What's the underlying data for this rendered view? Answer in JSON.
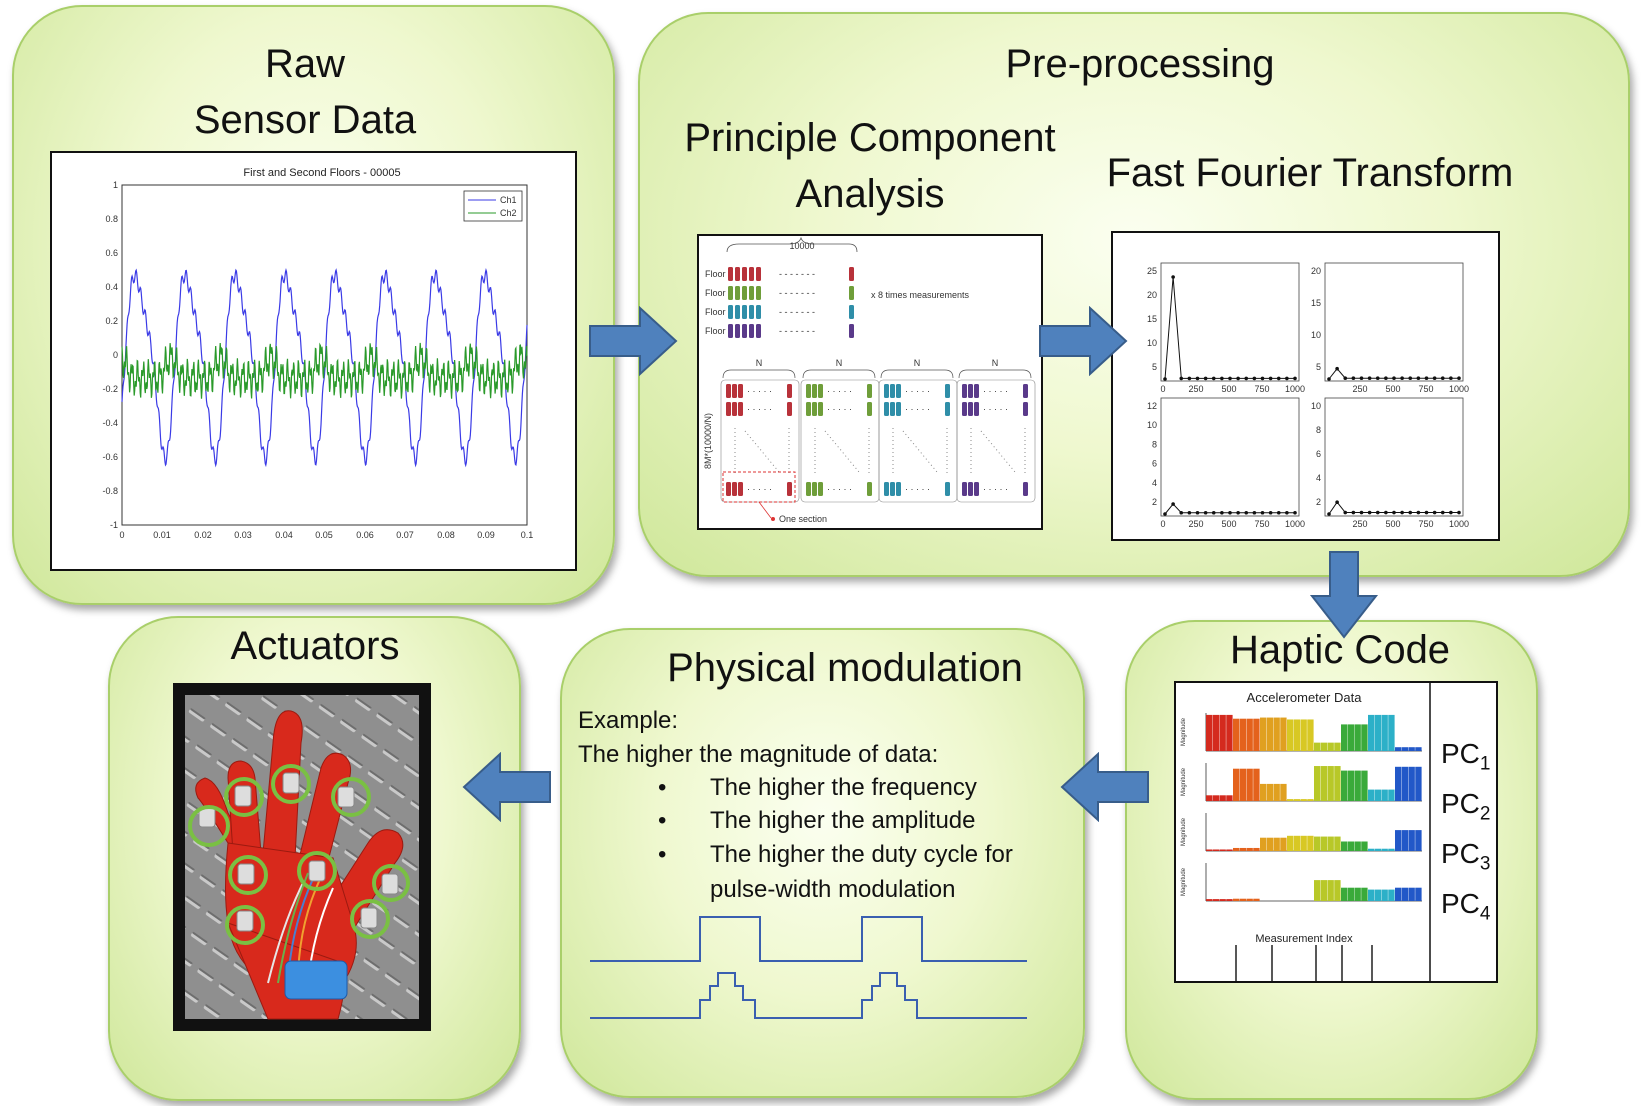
{
  "panels": {
    "raw": {
      "title": "Raw\nSensor Data"
    },
    "pre": {
      "title": "Pre-processing",
      "pca_title": "Principle Component\nAnalysis",
      "fft_title": "Fast Fourier Transform"
    },
    "haptic": {
      "title": "Haptic Code"
    },
    "physical": {
      "title": "Physical modulation"
    },
    "actuators": {
      "title": "Actuators"
    }
  },
  "raw_chart": {
    "title": "First and Second Floors - 00005",
    "legend": [
      "Ch1",
      "Ch2"
    ],
    "yticks": [
      "1",
      "0.8",
      "0.6",
      "0.4",
      "0.2",
      "0",
      "-0.2",
      "-0.4",
      "-0.6",
      "-0.8",
      "-1"
    ],
    "xticks": [
      "0",
      "0.01",
      "0.02",
      "0.03",
      "0.04",
      "0.05",
      "0.06",
      "0.07",
      "0.08",
      "0.09",
      "0.1"
    ],
    "colors": {
      "ch1": "#3a3ae6",
      "ch2": "#2a9a2a"
    }
  },
  "pca": {
    "top_label": "10000",
    "floors": [
      "Floor 1",
      "Floor 2",
      "Floor 3",
      "Floor 4"
    ],
    "side_label": "x 8 times measurements",
    "n_label": "N",
    "vertical_label": "8M*(10000/N)",
    "one_section": "One section",
    "colors": [
      "#b8323a",
      "#6f9e3a",
      "#2f8ea8",
      "#5a3a8a"
    ]
  },
  "fft": {
    "plots": [
      {
        "yticks": [
          "25",
          "20",
          "15",
          "10",
          "5"
        ],
        "xticks": [
          "0",
          "250",
          "500",
          "750",
          "1000"
        ]
      },
      {
        "yticks": [
          "20",
          "15",
          "10",
          "5"
        ],
        "xticks": [
          "250",
          "500",
          "750",
          "1000"
        ]
      },
      {
        "yticks": [
          "12",
          "10",
          "8",
          "6",
          "4",
          "2"
        ],
        "xticks": [
          "0",
          "250",
          "500",
          "750",
          "1000"
        ]
      },
      {
        "yticks": [
          "10",
          "8",
          "6",
          "4",
          "2"
        ],
        "xticks": [
          "250",
          "500",
          "750",
          "1000"
        ]
      }
    ]
  },
  "haptic": {
    "chart_title": "Accelerometer Data",
    "xlabel": "Measurement Index",
    "ylabel": "Magnitude",
    "pcs": [
      {
        "base": "PC",
        "sub": "1"
      },
      {
        "base": "PC",
        "sub": "2"
      },
      {
        "base": "PC",
        "sub": "3"
      },
      {
        "base": "PC",
        "sub": "4"
      }
    ]
  },
  "physical": {
    "example": "Example:",
    "lead": "The higher the magnitude of data:",
    "bullets": [
      "The higher the frequency",
      "The higher the amplitude",
      "The higher the duty cycle for\npulse-width modulation"
    ],
    "bullet_char": "•",
    "wave_color": "#3a5fb0"
  },
  "colors": {
    "arrow_fill": "#4f81bd",
    "arrow_stroke": "#385d8a",
    "ring": "#7ac043",
    "glove": "#d8291c"
  }
}
